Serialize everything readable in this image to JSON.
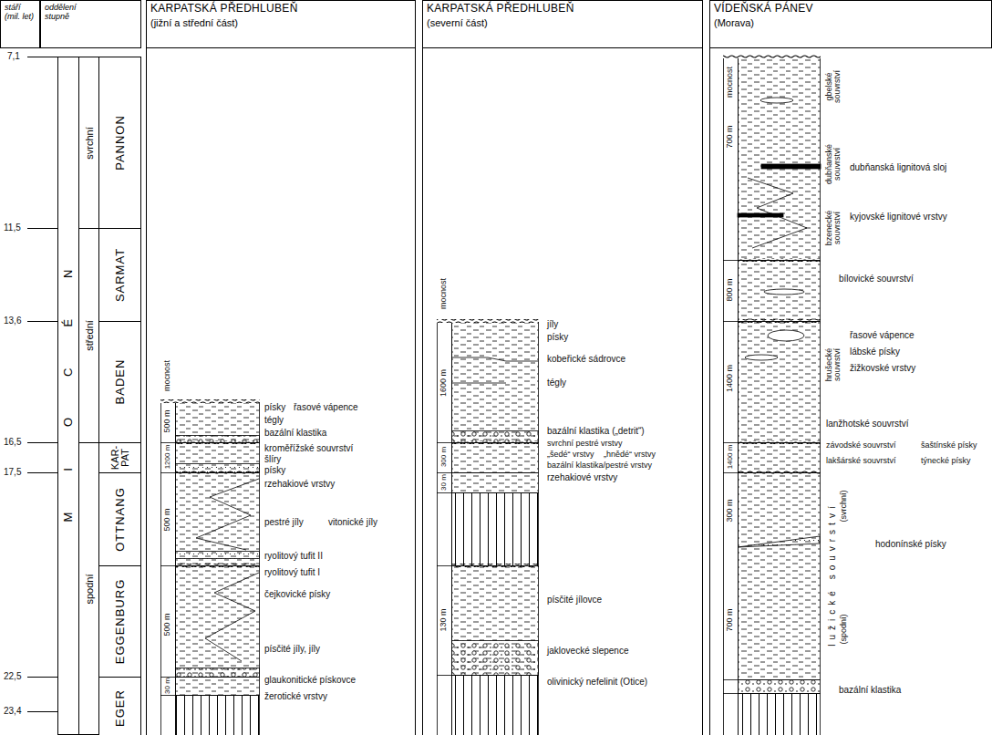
{
  "diagram": {
    "nodes": [
      {
        "text": [
          "stáří (mil. let)"
        ]
      },
      {
        "text": [
          "oddělení stupně"
        ]
      },
      {
        "text": [
          "KARPATSKÁ PŘEDHLUBEŇ",
          "(jižní a střední část)"
        ]
      },
      {
        "text": [
          "KARPATSKÁ PŘEDHLUBEŇ",
          "(severní část)"
        ]
      },
      {
        "text": [
          "VÍDEŇSKÁ PÁNEV",
          "(Morava)"
        ]
      },
      {
        "text": [
          "MIOCÉN"
        ]
      },
      {
        "text": [
          "svrchní"
        ]
      },
      {
        "text": [
          "střední"
        ]
      },
      {
        "text": [
          "spodní"
        ]
      },
      {
        "text": [
          "PANNON"
        ]
      },
      {
        "text": [
          "SARMAT"
        ]
      },
      {
        "text": [
          "BADEN"
        ]
      },
      {
        "text": [
          "KAR-PAT"
        ]
      },
      {
        "text": [
          "OTTNANG"
        ]
      },
      {
        "text": [
          "EGGENBURG"
        ]
      },
      {
        "text": [
          "EGER"
        ]
      }
    ],
    "labels": [
      "7,1",
      "11,5",
      "13,6",
      "16,5",
      "17,5",
      "22,5",
      "23,4",
      "mocnost",
      "500 m",
      "písky",
      "řasové vápence",
      "tégly",
      "bazální klastika",
      "1200 m",
      "kroměřížské souvrství",
      "šlíry",
      "písky",
      "rzehakiové vrstvy",
      "500 m",
      "pestré jíly",
      "vitonické jíly",
      "ryolitový tufit II",
      "ryolitový tufit I",
      "čejkovické písky",
      "500 m",
      "písčité jíly, jíly",
      "glaukonitické pískovce",
      "30 m",
      "žerotické vrstvy",
      "mocnost",
      "1600 m",
      "jíly",
      "písky",
      "kobeřické sádrovce",
      "tégly",
      "bazální klastika („detrit“)",
      "300 m",
      "svrchní pestré vrstvy",
      "„šedé“ vrstvy",
      "„hnědé“ vrstvy",
      "bazální klastika/pestré vrstvy",
      "rzehakiové vrstvy",
      "30 m",
      "130 m",
      "písčité jílovce",
      "jaklovecké slepence",
      "olivinický nefelinit (Otice)",
      "mocnost",
      "700 m",
      "gbelské souvrství",
      "dubňanské souvrství",
      "dubňanská lignitová sloj",
      "bzenecké souvrství",
      "kyjovské lignitové vrstvy",
      "800 m",
      "bílovické souvrství",
      "1400 m",
      "hrušecké souvrství",
      "řasové vápence",
      "lábské písky",
      "žižkovské vrstvy",
      "lanžhotské souvrství",
      "1400 m",
      "závodské souvrství",
      "šaštínské písky",
      "lakšárské souvrství",
      "týnecké písky",
      "300 m",
      "lužické souvrství",
      "(svrchní)",
      "hodonínské písky",
      "700 m",
      "(spodní)",
      "bazální klastika"
    ]
  }
}
